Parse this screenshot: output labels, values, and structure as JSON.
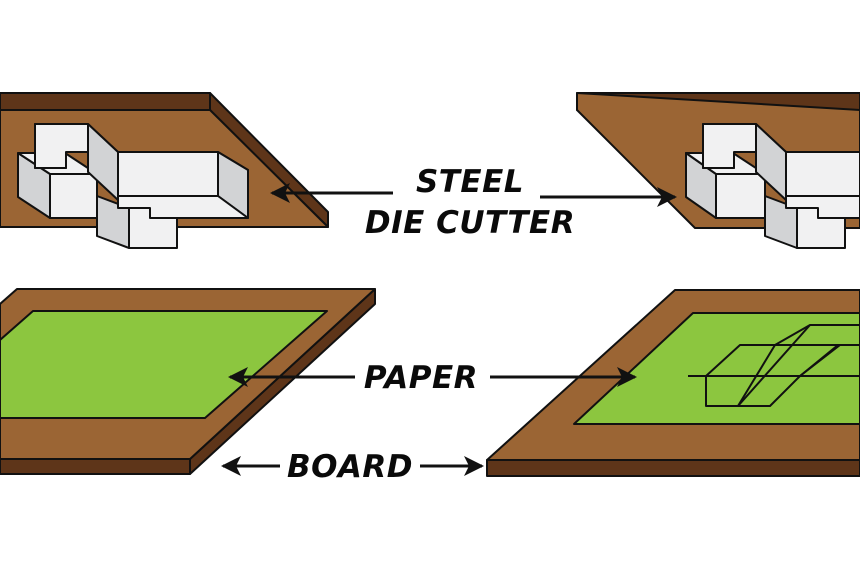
{
  "labels": {
    "steel_line1": "STEEL",
    "steel_line2": "DIE CUTTER",
    "paper": "PAPER",
    "board": "BOARD"
  },
  "colors": {
    "board_top": "#9b6534",
    "board_side": "#5e3519",
    "paper": "#8cc63f",
    "steel_top": "#f1f1f2",
    "steel_side": "#d2d3d5",
    "outline": "#111111"
  }
}
